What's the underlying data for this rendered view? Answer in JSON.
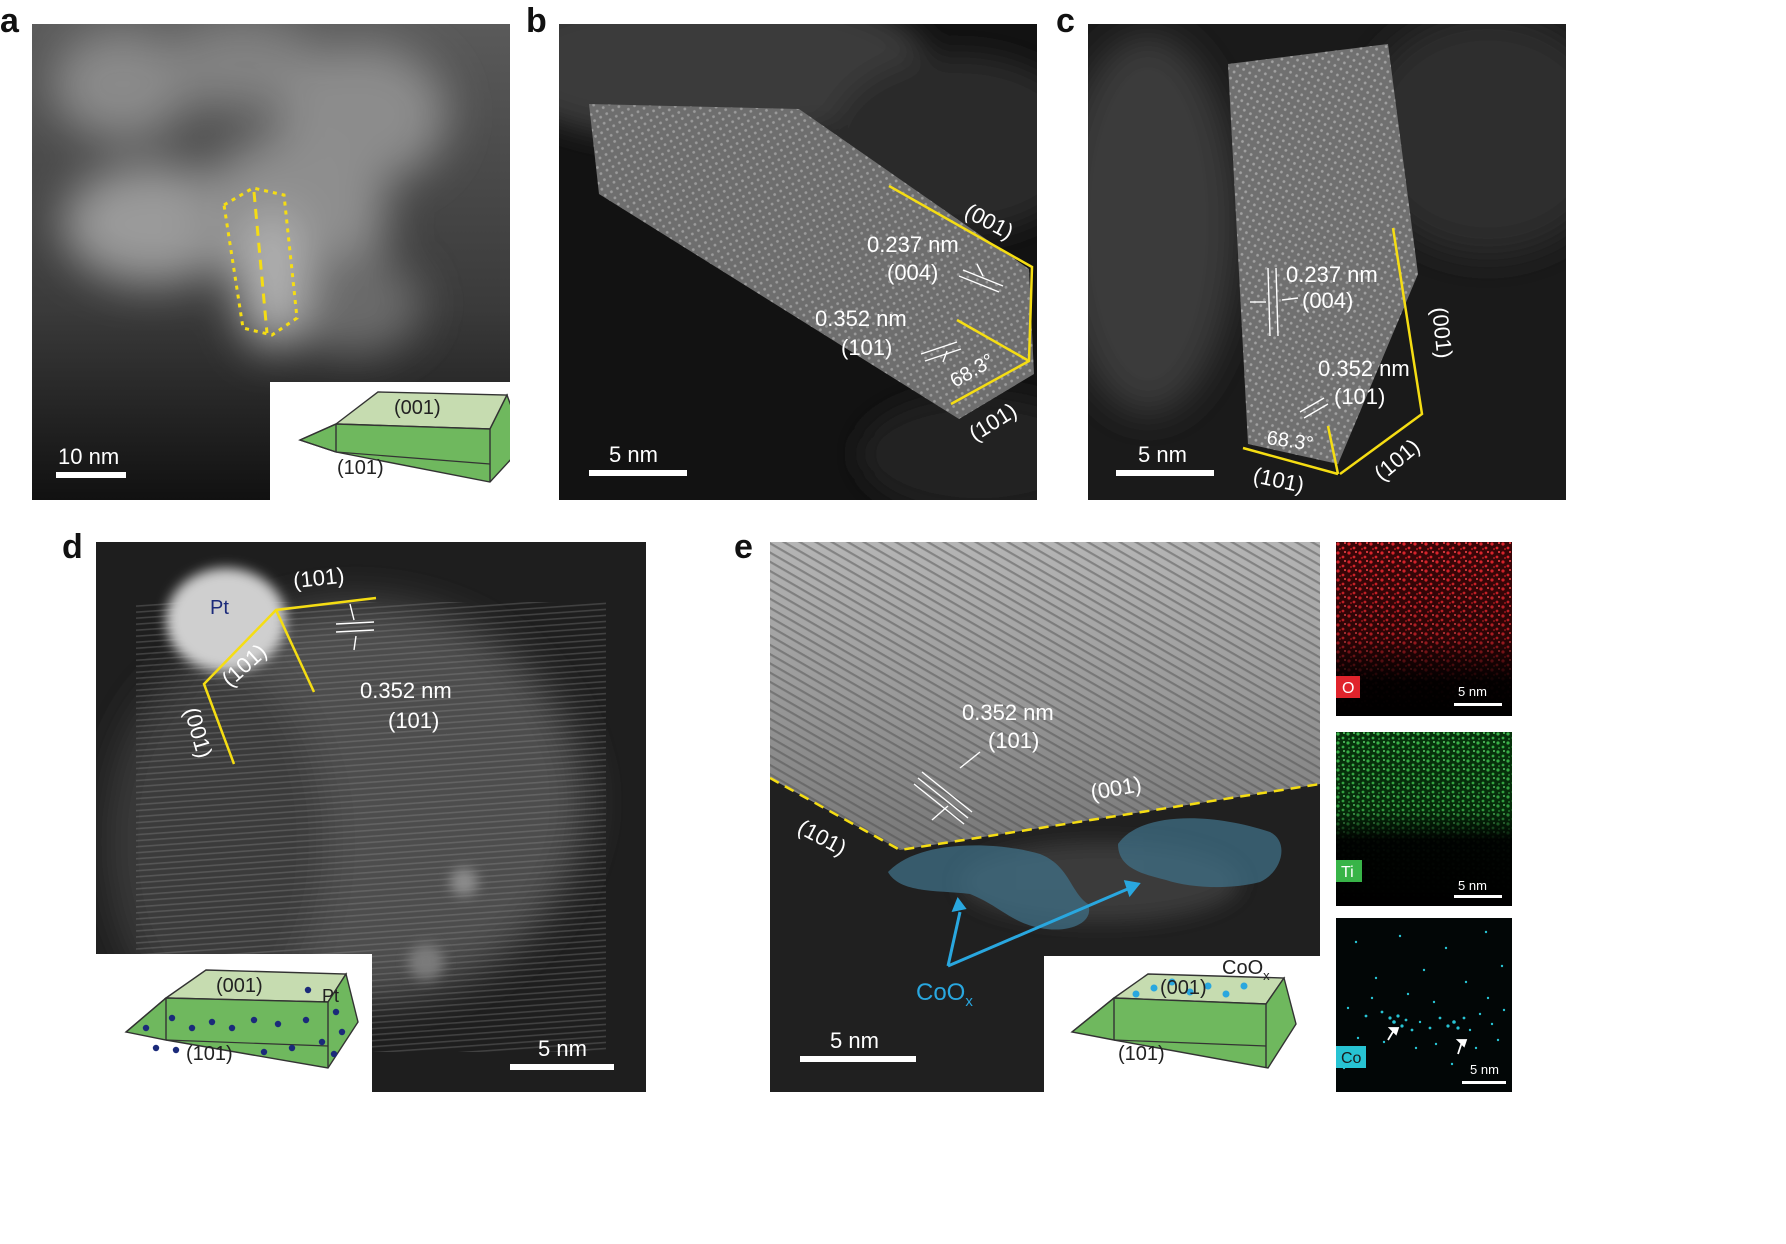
{
  "colors": {
    "facet_line": "#f5dd13",
    "crystal_top": "#c6dcb0",
    "crystal_side": "#6fb85e",
    "pt_dot": "#1b2a7a",
    "coox": "#29a7df",
    "map_o": "#e0242c",
    "map_ti": "#38b448",
    "map_co": "#27c3d3"
  },
  "panel_a": {
    "letter": "a",
    "scale": "10 nm",
    "inset": {
      "top": "(001)",
      "side": "(101)"
    }
  },
  "panel_b": {
    "letter": "b",
    "scale": "5 nm",
    "facet_001": "(001)",
    "facet_101": "(101)",
    "d1": "0.237 nm",
    "d1_plane": "(004)",
    "d2": "0.352 nm",
    "d2_plane": "(101)",
    "angle": "68.3°"
  },
  "panel_c": {
    "letter": "c",
    "scale": "5 nm",
    "facet_001": "(001)",
    "facet_101_left": "(101)",
    "facet_101_right": "(101)",
    "d1": "0.237 nm",
    "d1_plane": "(004)",
    "d2": "0.352 nm",
    "d2_plane": "(101)",
    "angle": "68.3°"
  },
  "panel_d": {
    "letter": "d",
    "scale": "5 nm",
    "pt_label": "Pt",
    "facet_101_top": "(101)",
    "facet_101_mid": "(101)",
    "facet_001": "(001)",
    "d": "0.352 nm",
    "d_plane": "(101)",
    "inset": {
      "top": "(001)",
      "side": "(101)",
      "pt": "Pt"
    }
  },
  "panel_e": {
    "letter": "e",
    "scale": "5 nm",
    "d": "0.352 nm",
    "d_plane": "(101)",
    "facet_001": "(001)",
    "facet_101": "(101)",
    "coox_main": "CoO",
    "coox_sub": "x",
    "inset": {
      "top": "(001)",
      "side": "(101)",
      "coox_main": "CoO",
      "coox_sub": "x"
    },
    "maps": [
      {
        "element": "O",
        "scale": "5 nm"
      },
      {
        "element": "Ti",
        "scale": "5 nm"
      },
      {
        "element": "Co",
        "scale": "5 nm"
      }
    ]
  }
}
